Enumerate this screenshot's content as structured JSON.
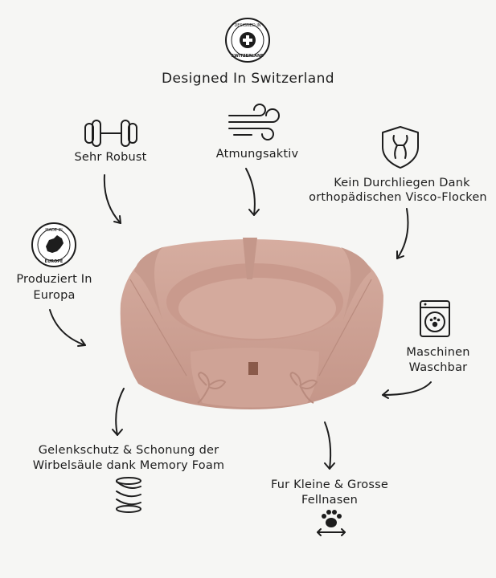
{
  "header": {
    "badge_top": "DESIGNED IN",
    "badge_bottom": "SWITZERLAND",
    "title": "Designed In Switzerland"
  },
  "europe_badge": {
    "top": "MADE IN",
    "bottom": "EUROPE"
  },
  "features": {
    "robust": "Sehr Robust",
    "breathable": "Atmungsaktiv",
    "orthopedic_line1": "Kein Durchliegen Dank",
    "orthopedic_line2": "orthopädischen Visco-Flocken",
    "europe_line1": "Produziert In",
    "europe_line2": "Europa",
    "washable_line1": "Maschinen",
    "washable_line2": "Waschbar",
    "joint_line1": "Gelenkschutz & Schonung der",
    "joint_line2": "Wirbelsäule dank Memory Foam",
    "size_line1": "Fur Kleine & Grosse",
    "size_line2": "Fellnasen"
  },
  "colors": {
    "bed": "#d2a89a",
    "bed_shadow": "#b78a7d",
    "background": "#f6f6f4",
    "ink": "#1d1d1d"
  }
}
